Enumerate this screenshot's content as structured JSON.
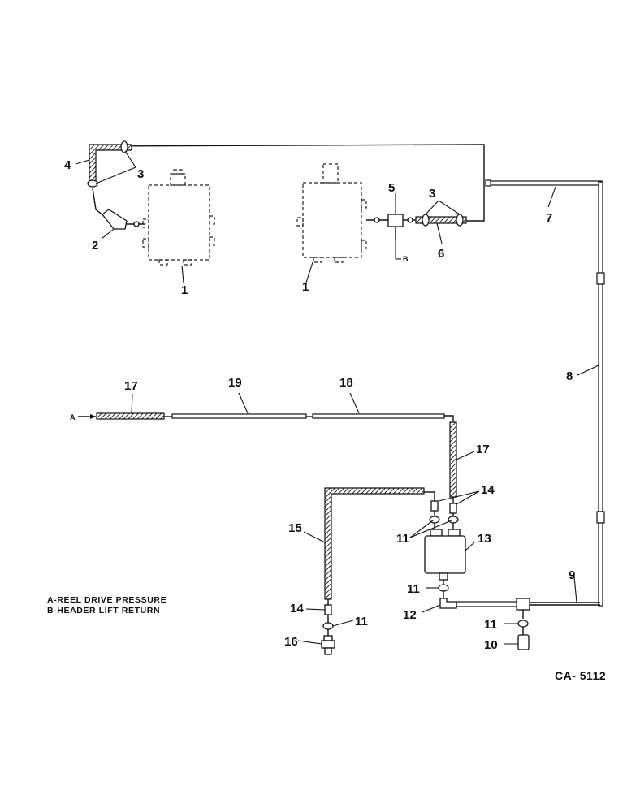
{
  "callouts": {
    "n1a": "1",
    "n1b": "1",
    "n2": "2",
    "n3a": "3",
    "n3b": "3",
    "n4": "4",
    "n5": "5",
    "n6": "6",
    "n7": "7",
    "n8": "8",
    "n9": "9",
    "n10": "10",
    "n11a": "11",
    "n11b": "11",
    "n11c": "11",
    "n11d": "11",
    "n12": "12",
    "n13": "13",
    "n14a": "14",
    "n14b": "14",
    "n15": "15",
    "n16": "16",
    "n17a": "17",
    "n17b": "17",
    "n18": "18",
    "n19": "19",
    "a": "A",
    "b": "B"
  },
  "legend": {
    "line_a": "A-REEL DRIVE PRESSURE",
    "line_b": "B-HEADER LIFT RETURN"
  },
  "drawing_code": "CA- 5112"
}
